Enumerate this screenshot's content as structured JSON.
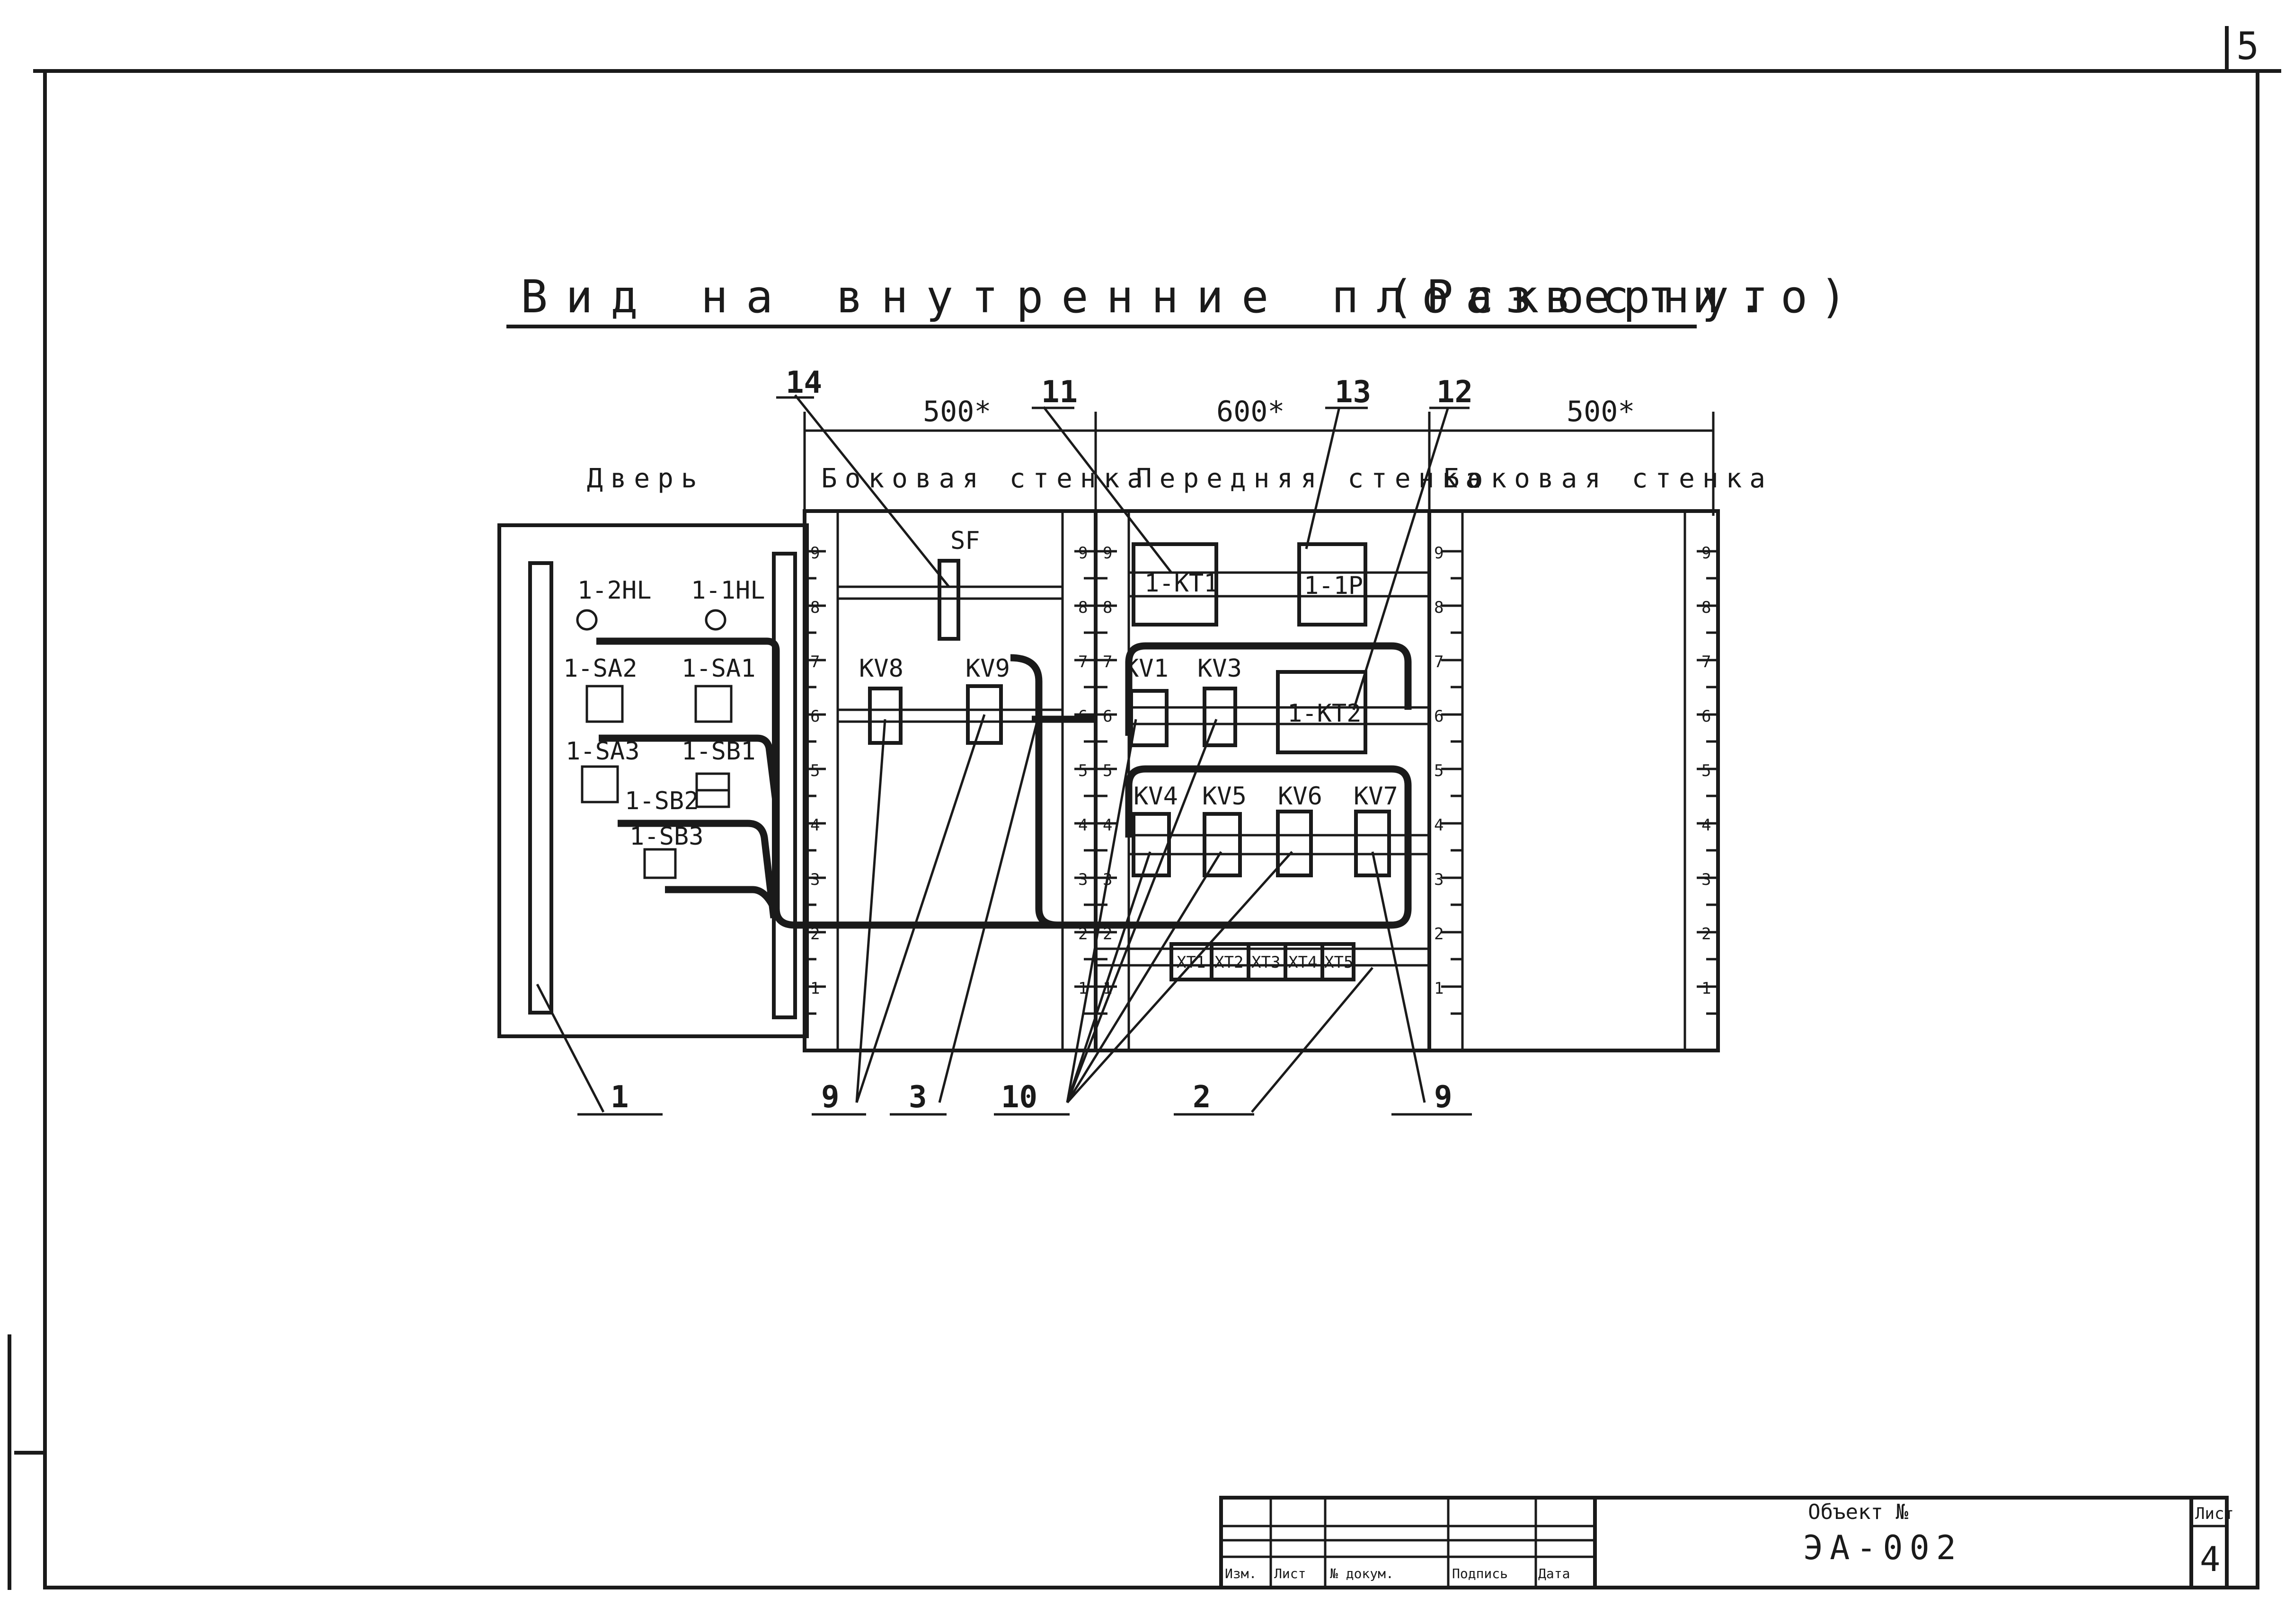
{
  "sheet_corner_number": "5",
  "title": "Вид на внутренние плоскости.",
  "title_note": "(Развернуто)",
  "door_label": "Дверь",
  "walls": [
    {
      "label": "Боковая стенка",
      "dimension": "500*"
    },
    {
      "label": "Передняя стенка",
      "dimension": "600*"
    },
    {
      "label": "Боковая стенка",
      "dimension": "500*"
    }
  ],
  "door_devices": [
    "1-2HL",
    "1-1HL",
    "1-SA2",
    "1-SA1",
    "1-SA3",
    "1-SB1",
    "1-SB2",
    "1-SB3"
  ],
  "side_wall_devices": [
    "SF",
    "KV8",
    "KV9"
  ],
  "front_wall_devices": [
    "1-KT1",
    "1-1P",
    "KV1",
    "KV3",
    "1-KT2",
    "KV4",
    "KV5",
    "KV6",
    "KV7"
  ],
  "terminal_blocks": [
    "XT1",
    "XT2",
    "XT3",
    "XT4",
    "XT5"
  ],
  "scale_marks": [
    "9",
    "8",
    "7",
    "6",
    "5",
    "4",
    "3",
    "2",
    "1"
  ],
  "position_labels": {
    "p14": "14",
    "p11": "11",
    "p13": "13",
    "p12": "12",
    "p1": "1",
    "p9a": "9",
    "p3": "3",
    "p10": "10",
    "p2": "2",
    "p9b": "9"
  },
  "title_block": {
    "headers": [
      "Изм.",
      "Лист",
      "№ докум.",
      "Подпись",
      "Дата"
    ],
    "object_label": "Объект №",
    "object_code": "ЭА-002",
    "sheet_label": "Лист",
    "sheet_number": "4"
  }
}
